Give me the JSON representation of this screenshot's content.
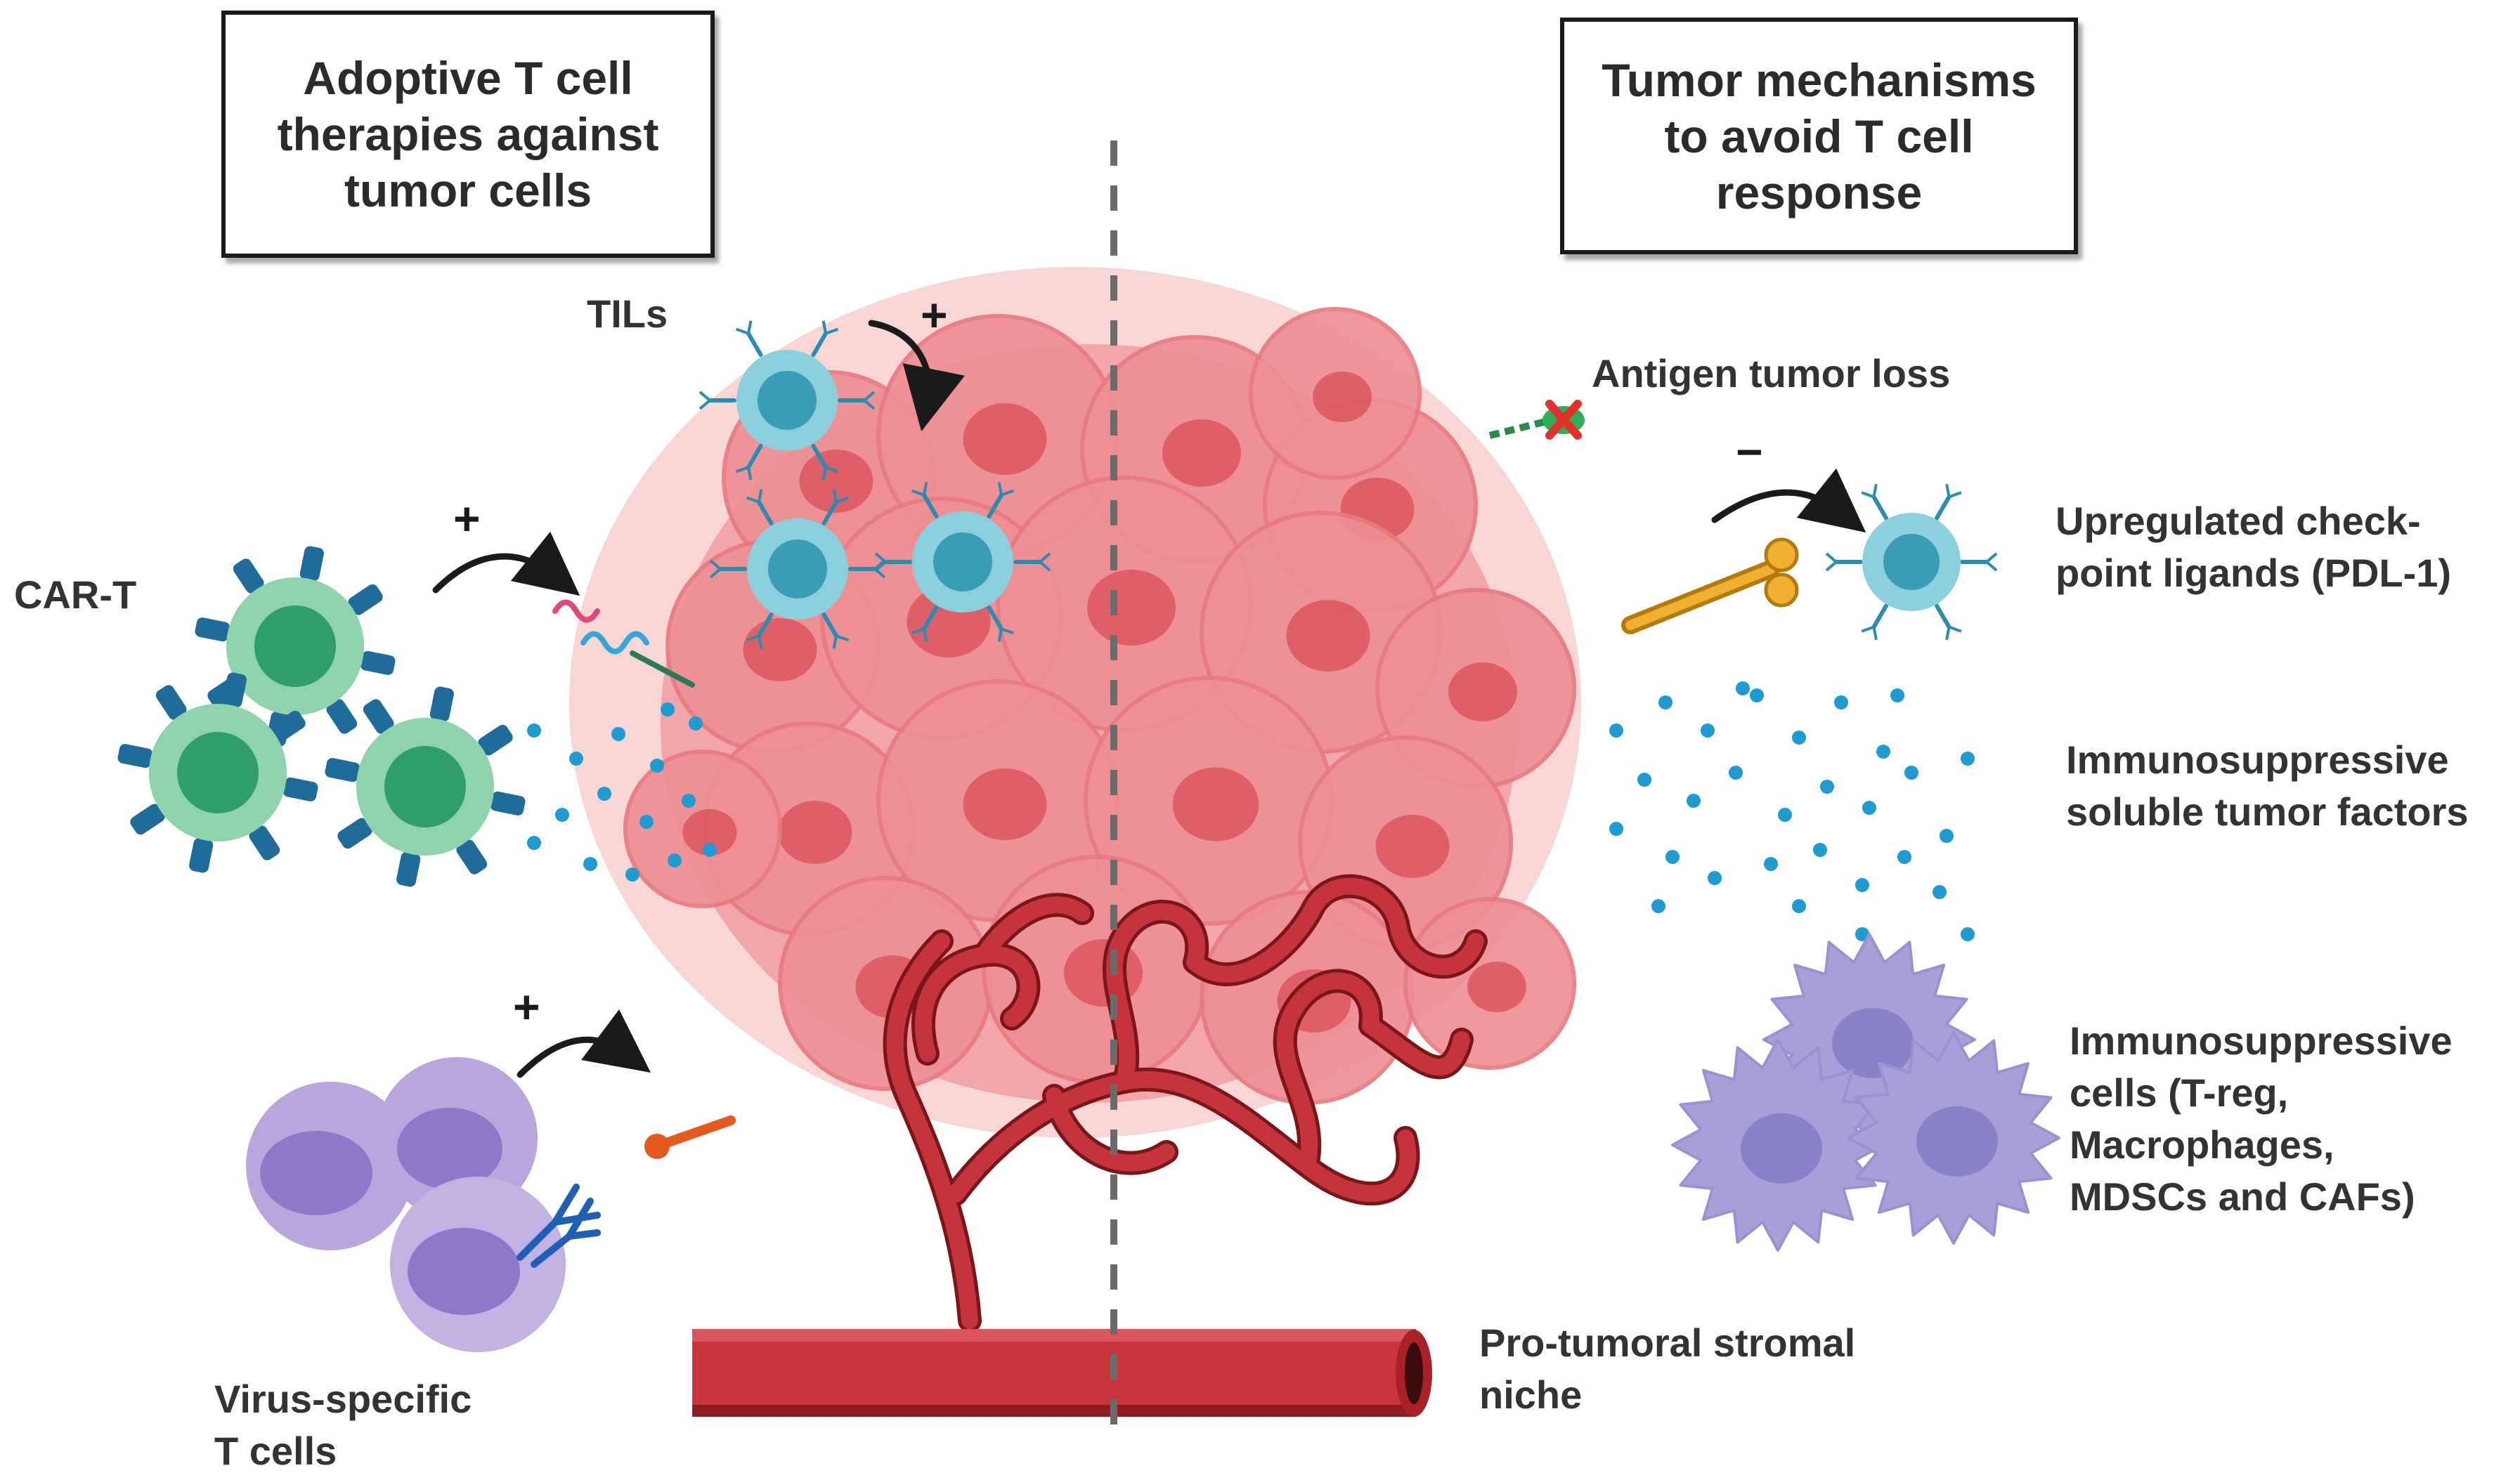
{
  "left_box": {
    "lines": [
      "Adoptive T cell",
      "therapies against",
      "tumor cells"
    ]
  },
  "right_box": {
    "lines": [
      "Tumor mechanisms",
      "to avoid T cell",
      "response"
    ]
  },
  "labels": {
    "tils": "TILs",
    "car_t": "CAR-T",
    "virus": [
      "Virus-specific",
      "T cells"
    ],
    "antigen_loss": "Antigen tumor loss",
    "checkpoint": [
      "Upregulated check-",
      "point ligands (PDL-1)"
    ],
    "soluble_factors": [
      "Immunosuppressive",
      "soluble tumor factors"
    ],
    "suppressive_cells": [
      "Immunosuppressive",
      "cells (T-reg,",
      "Macrophages,",
      "MDSCs and CAFs)"
    ],
    "stromal": [
      "Pro-tumoral stromal",
      "niche"
    ]
  },
  "signs": {
    "plus": "+",
    "minus": "−"
  },
  "colors": {
    "tumor": "#e8747a",
    "tumor_light": "#f7c3c3",
    "vessel": "#b8282e",
    "til_cell": "#8ccfdc",
    "til_nucleus": "#3a9db5",
    "car_cell": "#8fd3ac",
    "car_nucleus": "#2f9e6c",
    "receptor": "#1f6b99",
    "virus_cell": "#b9a6dd",
    "suppressive_cell": "#a79fd8",
    "dots": "#1e9bd0",
    "pdl1": "#e8a21b",
    "antibody": "#e45a1e"
  }
}
